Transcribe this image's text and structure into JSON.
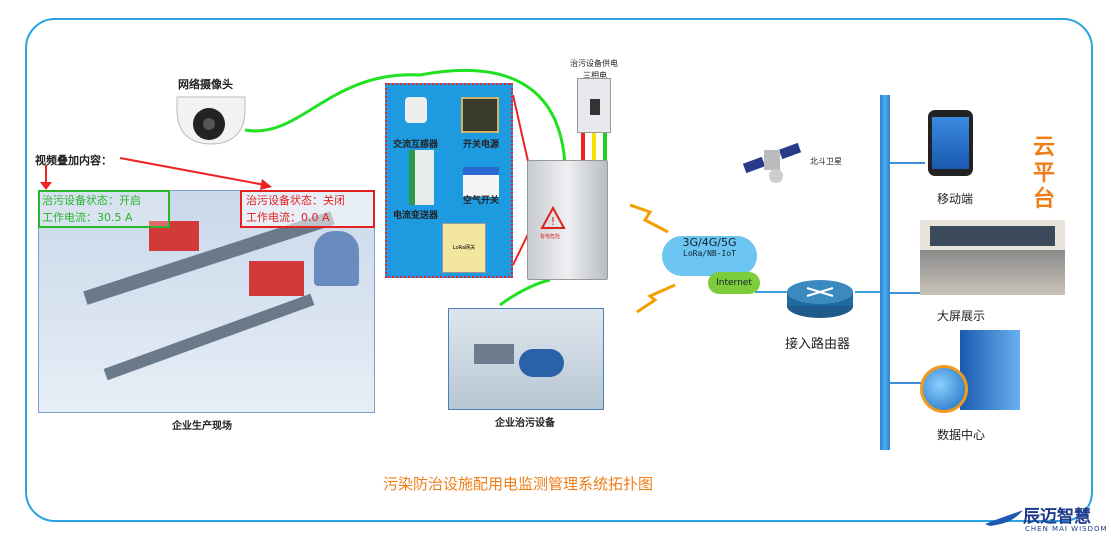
{
  "camera": {
    "label": "网络摄像头"
  },
  "overlay": {
    "label": "视频叠加内容：",
    "on": {
      "status": "治污设备状态：开启",
      "current": "工作电流：30.5 A"
    },
    "off": {
      "status": "治污设备状态：关闭",
      "current": "工作电流：0.0 A"
    }
  },
  "factory": {
    "label": "企业生产现场"
  },
  "panel": {
    "items": [
      "交流互感器",
      "开关电源",
      "电流变送器",
      "空气开关"
    ],
    "gateway": "LoRa网关"
  },
  "power": {
    "line1": "治污设备供电",
    "line2": "三相电"
  },
  "cabinet": {
    "warning": "有电危险"
  },
  "equipment": {
    "label": "企业治污设备"
  },
  "satellite": {
    "label": "北斗卫星"
  },
  "network": {
    "cloud1": "3G/4G/5G",
    "cloud1b": "LoRa/NB-IoT",
    "cloud2": "Internet"
  },
  "router": {
    "label": "接入路由器"
  },
  "cloud_platform": {
    "label": "云平台"
  },
  "clients": {
    "mobile": "移动端",
    "screen": "大屏展示",
    "datacenter": "数据中心"
  },
  "title": "污染防治设施配用电监测管理系统拓扑图",
  "logo": {
    "cn": "辰迈智慧",
    "en": "CHEN MAI WISDOM"
  },
  "colors": {
    "frame": "#2aa3e0",
    "accent": "#f07d16",
    "green": "#2ab52a",
    "red": "#e52020"
  }
}
